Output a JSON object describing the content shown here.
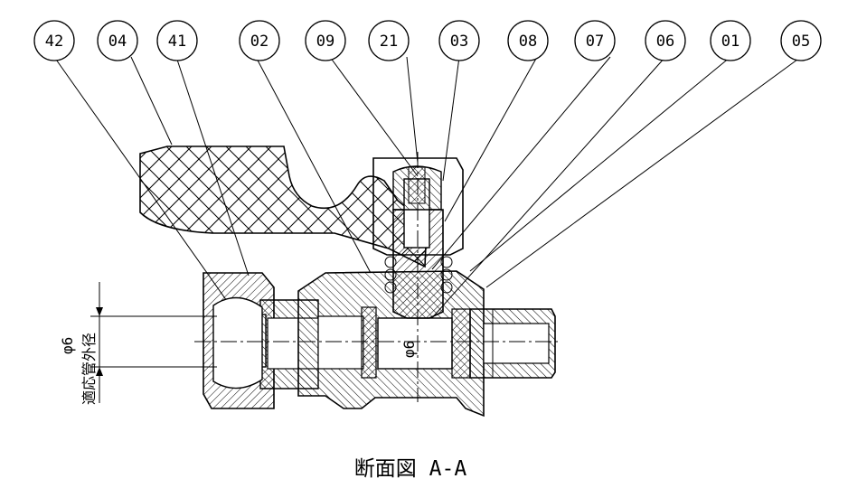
{
  "balloons": [
    {
      "label": "42"
    },
    {
      "label": "04"
    },
    {
      "label": "41"
    },
    {
      "label": "02"
    },
    {
      "label": "09"
    },
    {
      "label": "21"
    },
    {
      "label": "03"
    },
    {
      "label": "08"
    },
    {
      "label": "07"
    },
    {
      "label": "06"
    },
    {
      "label": "01"
    },
    {
      "label": "05"
    }
  ],
  "dimensions": {
    "bore_diameter": "φ6",
    "tube_od_value": "φ6",
    "tube_od_label": "適応管外径"
  },
  "caption": "断面図 A-A"
}
